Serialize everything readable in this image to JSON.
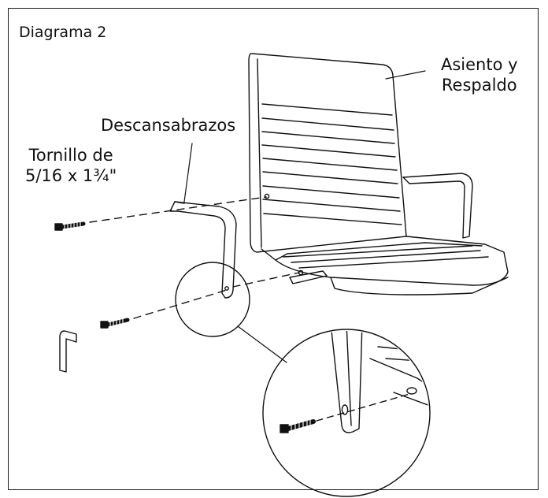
{
  "diagram": {
    "title": "Diagrama 2",
    "labels": {
      "seat_line1": "Asiento y",
      "seat_line2": "Respaldo",
      "armrest": "Descansabrazos",
      "bolt_line1": "Tornillo de",
      "bolt_line2": "5/16 x 1¾\""
    },
    "colors": {
      "line": "#111111",
      "background": "#ffffff"
    }
  }
}
